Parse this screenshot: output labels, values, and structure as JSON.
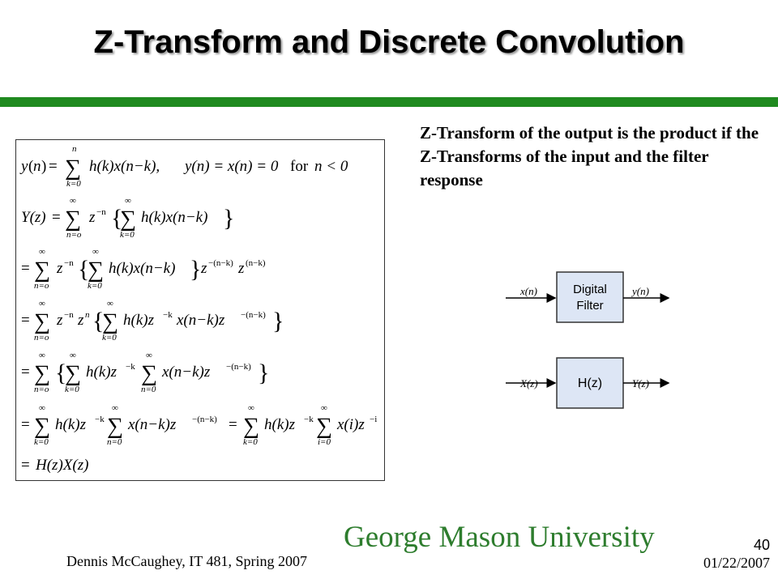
{
  "slide": {
    "title": "Z-Transform and Discrete Convolution",
    "description": "Z-Transform of the output is the product if the Z-Transforms of the input and the filter response"
  },
  "equations": {
    "line1": {
      "y": "y",
      "n": "n",
      "eq": "=",
      "sum_top": "n",
      "sum_bot": "k=0",
      "body": "h(k)x(n−k),",
      "cond": "y(n) = x(n) = 0",
      "for": "for",
      "cond2": "n < 0"
    },
    "line2": {
      "lhs": "Y(z)",
      "eq": "=",
      "sum1_top": "∞",
      "sum1_bot": "n=o",
      "zpow": "−n",
      "sum2_top": "∞",
      "sum2_bot": "k=0",
      "body": "h(k)x(n−k)"
    },
    "line3": {
      "eq": "=",
      "sum1_top": "∞",
      "sum1_bot": "n=o",
      "zpow": "−n",
      "sum2_top": "∞",
      "sum2_bot": "k=0",
      "body": "h(k)x(n−k)",
      "zpow2": "−(n−k)",
      "zpow3": "(n−k)"
    },
    "line4": {
      "eq": "=",
      "sum1_top": "∞",
      "sum1_bot": "n=o",
      "zpow": "−n",
      "zpow_b": "n",
      "sum2_top": "∞",
      "sum2_bot": "k=0",
      "body": "h(k)z",
      "zpow2": "−k",
      "body2": "x(n−k)z",
      "zpow3": "−(n−k)"
    },
    "line5": {
      "eq": "=",
      "sum1_top": "∞",
      "sum1_bot": "n=o",
      "sum2_top": "∞",
      "sum2_bot": "k=0",
      "body": "h(k)z",
      "zpow": "−k",
      "sum3_top": "∞",
      "sum3_bot": "n=0",
      "body2": "x(n−k)z",
      "zpow2": "−(n−k)"
    },
    "line6": {
      "eq": "=",
      "sum1_top": "∞",
      "sum1_bot": "k=0",
      "body": "h(k)z",
      "zpow": "−k",
      "sum2_top": "∞",
      "sum2_bot": "n=0",
      "body2": "x(n−k)z",
      "zpow2": "−(n−k)",
      "eq2": "=",
      "sum3_top": "∞",
      "sum3_bot": "k=0",
      "body3": "h(k)z",
      "zpow3": "−k",
      "sum4_top": "∞",
      "sum4_bot": "i=0",
      "body4": "x(i)z",
      "zpow4": "−i"
    },
    "line7": {
      "eq": "=",
      "body": "H(z)X(z)"
    }
  },
  "diagram": {
    "top_block": {
      "line1": "Digital",
      "line2": "Filter",
      "input": "x(n)",
      "output": "y(n)"
    },
    "bottom_block": {
      "label": "H(z)",
      "input": "X(z)",
      "output": "Y(z)"
    },
    "colors": {
      "block_fill": "#dde6f5",
      "block_stroke": "#333333"
    }
  },
  "footer": {
    "author": "Dennis McCaughey, IT 481, Spring 2007",
    "logo": "George Mason University",
    "page": "40",
    "date": "01/22/2007"
  },
  "colors": {
    "accent_rule": "#1f8a1f",
    "logo": "#2e7d2e"
  }
}
